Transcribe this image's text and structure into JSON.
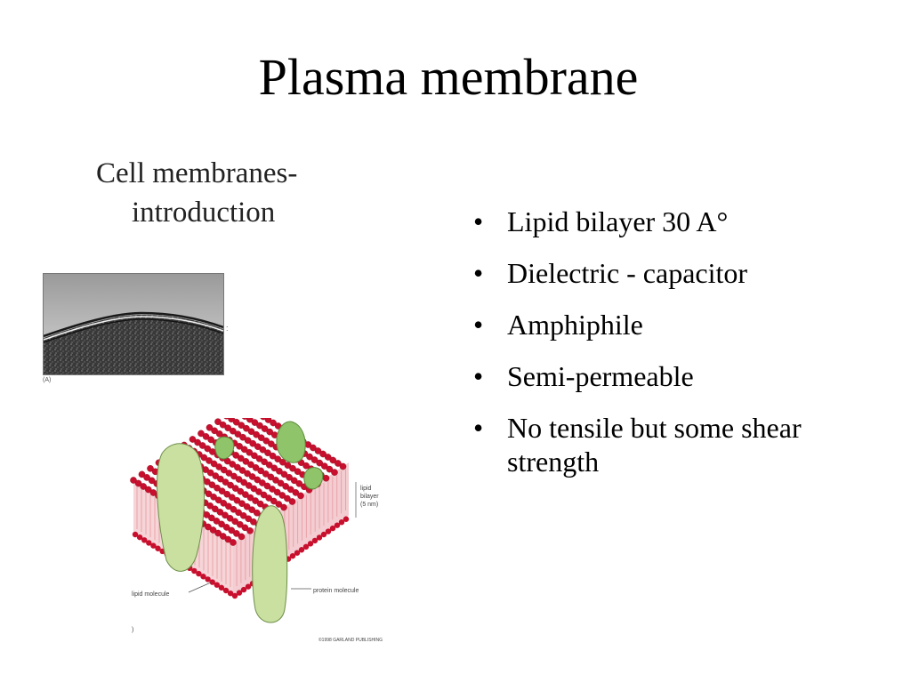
{
  "slide": {
    "title": "Plasma membrane"
  },
  "figure": {
    "heading_line1": "Cell membranes-",
    "heading_line2": "introduction",
    "panel_a_label": "(A)",
    "panel_a_colon": ":",
    "label_lipid_bilayer": [
      "lipid",
      "bilayer",
      "(5 nm)"
    ],
    "label_lipid_molecule": "lipid molecule",
    "label_protein_molecule": "protein molecule",
    "label_panel_b": ")",
    "label_copyright": "©1998 GARLAND PUBLISHING",
    "colors": {
      "lipid_head": "#c8102e",
      "lipid_tail": "#e9a3a9",
      "protein": "#c9e0a0",
      "protein_highlight": "#8fc46a"
    }
  },
  "bullets": [
    "Lipid bilayer 30 A°",
    "Dielectric - capacitor",
    "Amphiphile",
    "Semi-permeable",
    "No tensile but some shear strength"
  ]
}
